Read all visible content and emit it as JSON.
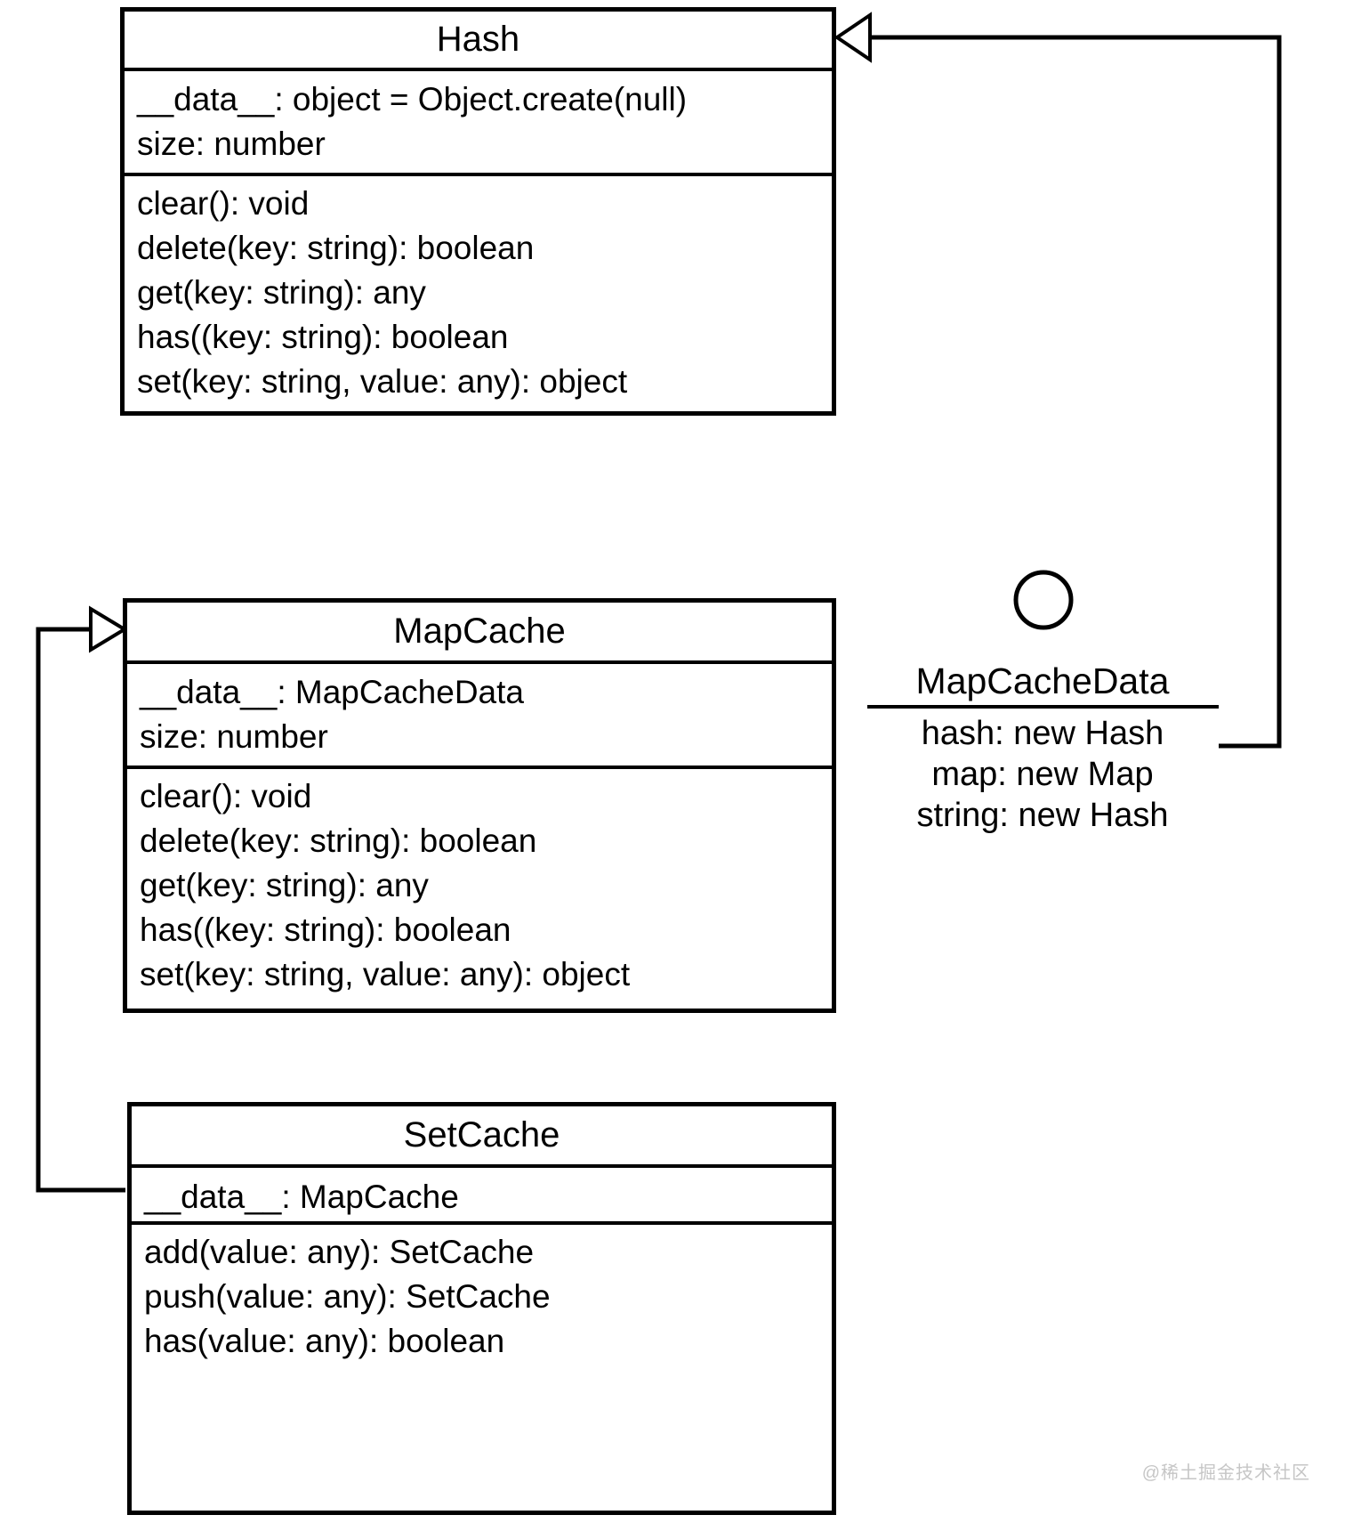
{
  "classes": [
    {
      "title": "Hash",
      "attributes": [
        "__data__: object = Object.create(null)",
        "size: number"
      ],
      "methods": [
        "clear(): void",
        "delete(key: string): boolean",
        "get(key: string): any",
        "has((key: string): boolean",
        "set(key: string, value: any): object"
      ]
    },
    {
      "title": "MapCache",
      "attributes": [
        "__data__: MapCacheData",
        "size: number"
      ],
      "methods": [
        "clear(): void",
        "delete(key: string): boolean",
        "get(key: string): any",
        "has((key: string): boolean",
        "set(key: string, value: any): object"
      ]
    },
    {
      "title": "SetCache",
      "attributes": [
        "__data__: MapCache"
      ],
      "methods": [
        "add(value: any): SetCache",
        "push(value: any): SetCache",
        "has(value: any): boolean"
      ]
    }
  ],
  "interface": {
    "title": "MapCacheData",
    "members": [
      "hash: new Hash",
      "map: new Map",
      "string: new Hash"
    ]
  },
  "watermark": "@稀土掘金技术社区",
  "colors": {
    "line": "#000000",
    "background": "#ffffff",
    "watermark": "#c6c6c6"
  }
}
